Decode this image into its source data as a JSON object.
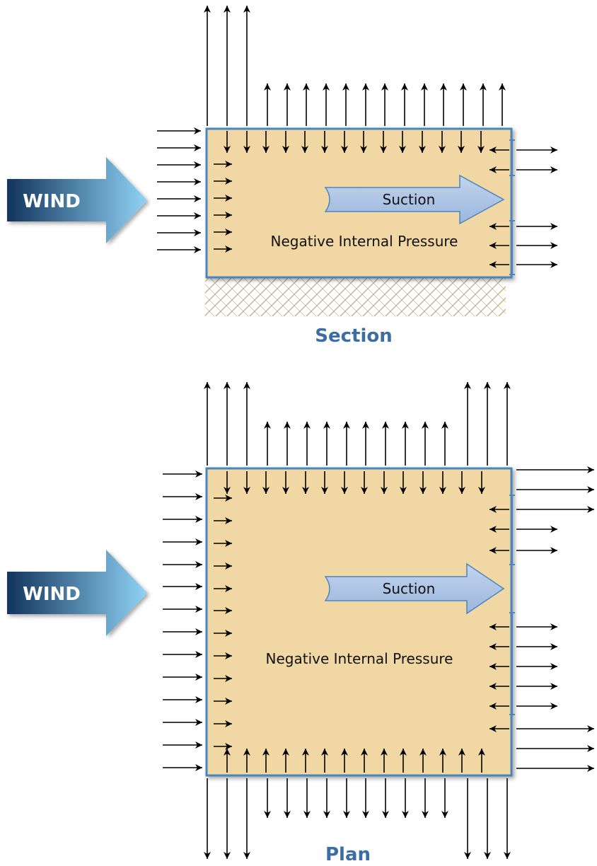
{
  "colors": {
    "building_fill": "#f1d7a3",
    "building_stroke": "#4a86c0",
    "wind_arrow_dark": "#12345e",
    "wind_arrow_light": "#8fd3f4",
    "suction_arrow": "#9bb6dc",
    "caption": "#3a6ea5",
    "ground_hatch": "#c9b48a"
  },
  "icons": {
    "wind": "wind-arrow-icon",
    "suction": "suction-arrow-icon",
    "pressure": "pressure-arrow-icon",
    "ground": "ground-hatch-icon"
  },
  "section": {
    "wind_label": "WIND",
    "suction_label": "Suction",
    "internal_label": "Negative Internal Pressure",
    "caption": "Section"
  },
  "plan": {
    "wind_label": "WIND",
    "suction_label": "Suction",
    "internal_label": "Negative Internal Pressure",
    "caption": "Plan"
  }
}
